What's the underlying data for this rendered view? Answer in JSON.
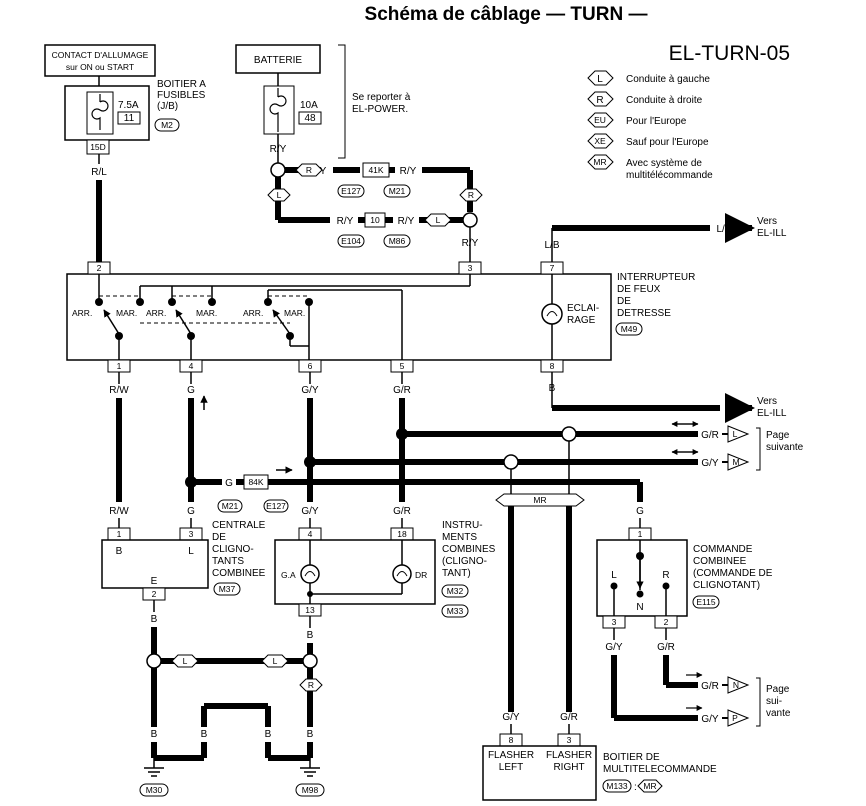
{
  "title": "Schéma de câblage — TURN —",
  "diagram_code": "EL-TURN-05",
  "legend": [
    {
      "tag": "L",
      "text": "Conduite à gauche"
    },
    {
      "tag": "R",
      "text": "Conduite à droite"
    },
    {
      "tag": "EU",
      "text": "Pour l'Europe"
    },
    {
      "tag": "XE",
      "text": "Sauf pour l'Europe"
    },
    {
      "tag": "MR",
      "text": "Avec système de",
      "text2": "multitélécommande"
    }
  ],
  "ignition": {
    "line1": "CONTACT D'ALLUMAGE",
    "line2": "sur ON ou START"
  },
  "fuse_box": {
    "l1": "BOITIER A",
    "l2": "FUSIBLES",
    "l3": "(J/B)",
    "amp": "7.5A",
    "num": "11",
    "conn": "M2",
    "term": "15D"
  },
  "battery": {
    "label": "BATTERIE",
    "amp": "10A",
    "num": "48",
    "ref1": "Se reporter à",
    "ref2": "EL-POWER."
  },
  "hazard": {
    "l1": "INTERRUPTEUR",
    "l2": "DE FEUX",
    "l3": "DE",
    "l4": "DETRESSE",
    "conn": "M49",
    "lamp1": "ECLAI-",
    "lamp2": "RAGE"
  },
  "switch_labels": {
    "off": "ARR.",
    "on": "MAR."
  },
  "combi_unit": {
    "l1": "CENTRALE",
    "l2": "DE",
    "l3": "CLIGNO-",
    "l4": "TANTS",
    "l5": "COMBINEE",
    "conn": "M37",
    "pin_b": "B",
    "pin_l": "L",
    "pin_e": "E"
  },
  "meter": {
    "l1": "INSTRU-",
    "l2": "MENTS",
    "l3": "COMBINES",
    "l4": "(CLIGNO-",
    "l5": "TANT)",
    "conn1": "M32",
    "conn2": "M33",
    "lh": "G.A",
    "rh": "DR"
  },
  "combi_switch": {
    "l1": "COMMANDE",
    "l2": "COMBINEE",
    "l3": "(COMMANDE DE",
    "l4": "CLIGNOTANT)",
    "conn": "E115",
    "pin_l": "L",
    "pin_r": "R",
    "pin_n": "N"
  },
  "multi_remote": {
    "l1": "BOITIER DE",
    "l2": "MULTITELECOMMANDE",
    "conn": "M133",
    "opt": "MR",
    "fl1": "FLASHER",
    "fl2": "LEFT",
    "fr1": "FLASHER",
    "fr2": "RIGHT"
  },
  "vers": {
    "l1": "Vers",
    "l2": "EL-ILL"
  },
  "page_next": {
    "l1": "Page",
    "l2": "suivante"
  },
  "page_next2": {
    "l1": "Page",
    "l2": "sui-",
    "l3": "vante"
  },
  "wires": {
    "rl": "R/L",
    "ry": "R/Y",
    "rw": "R/W",
    "g": "G",
    "gy": "G/Y",
    "gr": "G/R",
    "b": "B",
    "lb": "L/B",
    "mr": "MR"
  },
  "route": {
    "r": "R",
    "l": "L",
    "j1": "41K",
    "j2": "10",
    "j3": "84K",
    "c1": "E127",
    "c2": "M21",
    "c3": "E104",
    "c4": "M86",
    "c5": "M21",
    "c6": "E127",
    "g1": "M30",
    "g2": "M98"
  },
  "pins": {
    "p2": "2",
    "p3": "3",
    "p7": "7",
    "p1": "1",
    "p4": "4",
    "p6": "6",
    "p5": "5",
    "p8": "8",
    "p13": "13",
    "p18": "18"
  },
  "offpage": {
    "L": "L",
    "M": "M",
    "N": "N",
    "P": "P"
  }
}
